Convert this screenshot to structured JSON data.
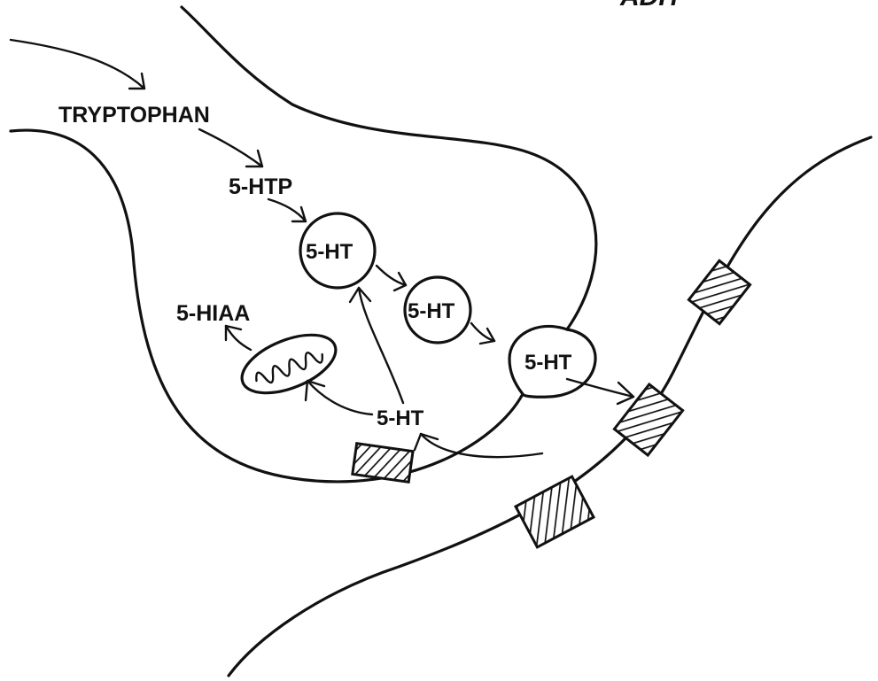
{
  "labels": {
    "top_right": "ADH",
    "tryptophan": "TRYPTOPHAN",
    "htp": "5-HTP",
    "vesicle_1": "5-HT",
    "vesicle_2": "5-HT",
    "vesicle_3": "5-HT",
    "hiaa": "5-HIAA",
    "reuptake": "5-HT"
  },
  "colors": {
    "ink": "#111111",
    "background": "#ffffff"
  }
}
